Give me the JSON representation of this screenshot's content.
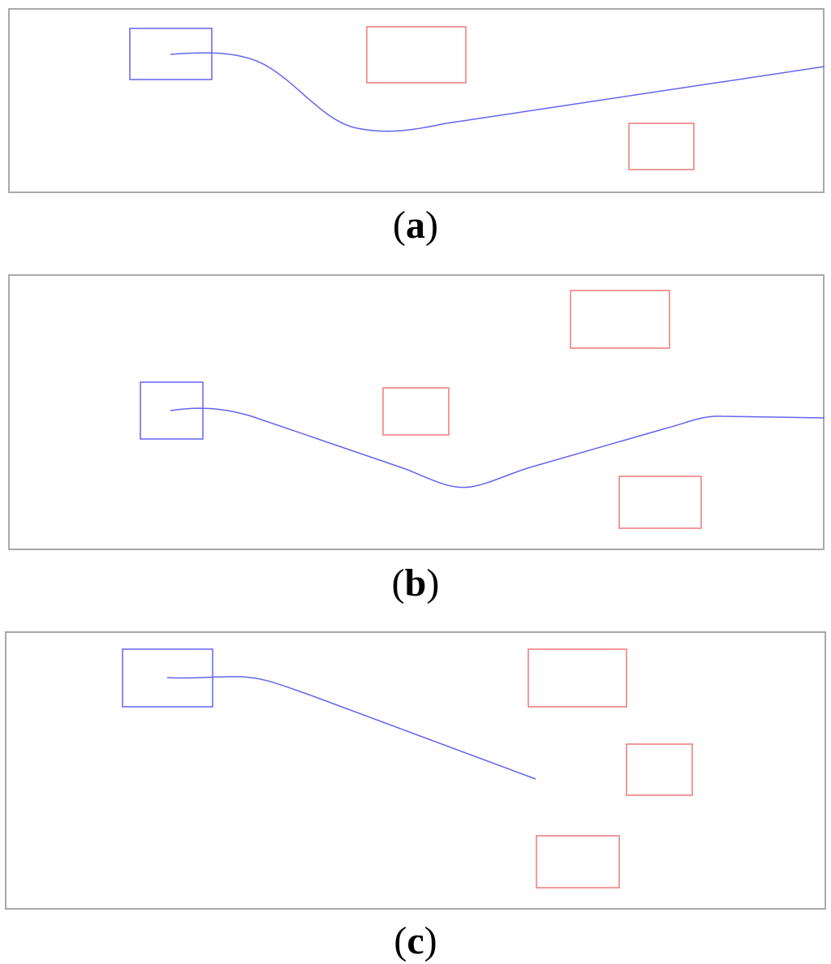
{
  "colors": {
    "robot": "#6464f0",
    "obstacle": "#f07878",
    "frame": "#a9a9a9",
    "background": "#ffffff"
  },
  "panels": [
    {
      "id": "a",
      "paren_open": "(",
      "letter": "a",
      "paren_close": ")"
    },
    {
      "id": "b",
      "paren_open": "(",
      "letter": "b",
      "paren_close": ")"
    },
    {
      "id": "c",
      "paren_open": "(",
      "letter": "c",
      "paren_close": ")"
    }
  ]
}
